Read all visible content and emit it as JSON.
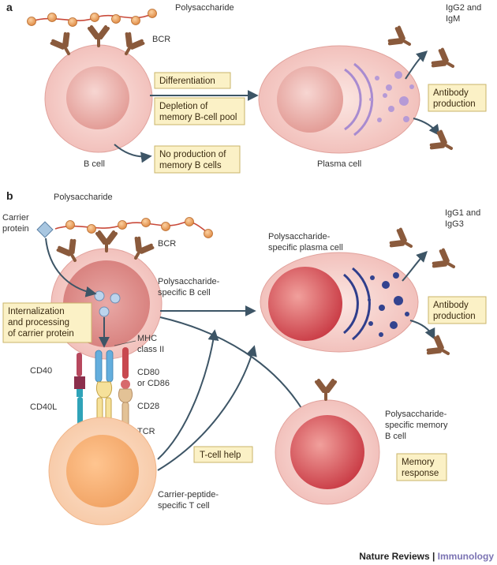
{
  "panels": {
    "a": "a",
    "b": "b"
  },
  "panel_a": {
    "polysaccharide": "Polysaccharide",
    "bcr": "BCR",
    "b_cell": "B cell",
    "plasma_cell": "Plasma cell",
    "igg_line1": "IgG2 and",
    "igg_line2": "IgM",
    "differentiation": "Differentiation",
    "depletion_line1": "Depletion of",
    "depletion_line2": "memory B-cell pool",
    "no_prod_line1": "No production of",
    "no_prod_line2": "memory B cells",
    "antibody_line1": "Antibody",
    "antibody_line2": "production"
  },
  "panel_b": {
    "polysaccharide": "Polysaccharide",
    "carrier_line1": "Carrier",
    "carrier_line2": "protein",
    "bcr": "BCR",
    "ps_bcell_line1": "Polysaccharide-",
    "ps_bcell_line2": "specific B cell",
    "internal_line1": "Internalization",
    "internal_line2": "and processing",
    "internal_line3": "of carrier protein",
    "mhc_line1": "MHC",
    "mhc_line2": "class II",
    "cd40": "CD40",
    "cd80_line1": "CD80",
    "cd80_line2": "or CD86",
    "cd40l": "CD40L",
    "cd28": "CD28",
    "tcr": "TCR",
    "tcell_help": "T-cell help",
    "tcell_line1": "Carrier-peptide-",
    "tcell_line2": "specific T cell",
    "ps_plasma_line1": "Polysaccharide-",
    "ps_plasma_line2": "specific plasma cell",
    "igg_line1": "IgG1 and",
    "igg_line2": "IgG3",
    "antibody_line1": "Antibody",
    "antibody_line2": "production",
    "memory_cell_line1": "Polysaccharide-",
    "memory_cell_line2": "specific memory",
    "memory_cell_line3": "B cell",
    "memory_resp_line1": "Memory",
    "memory_resp_line2": "response"
  },
  "credit": {
    "journal": "Nature Reviews",
    "separator": " | ",
    "section": "Immunology"
  },
  "colors": {
    "box_fill": "#fbf1c6",
    "arrow": "#3d5566",
    "antibody": "#8a5a3c",
    "sugar_bead": "#e8a35c",
    "plasma_granule_a": "#b69ad6",
    "plasma_granule_b": "#33438f",
    "tcell": "#f4b27d",
    "bcell": "#d9545a"
  }
}
